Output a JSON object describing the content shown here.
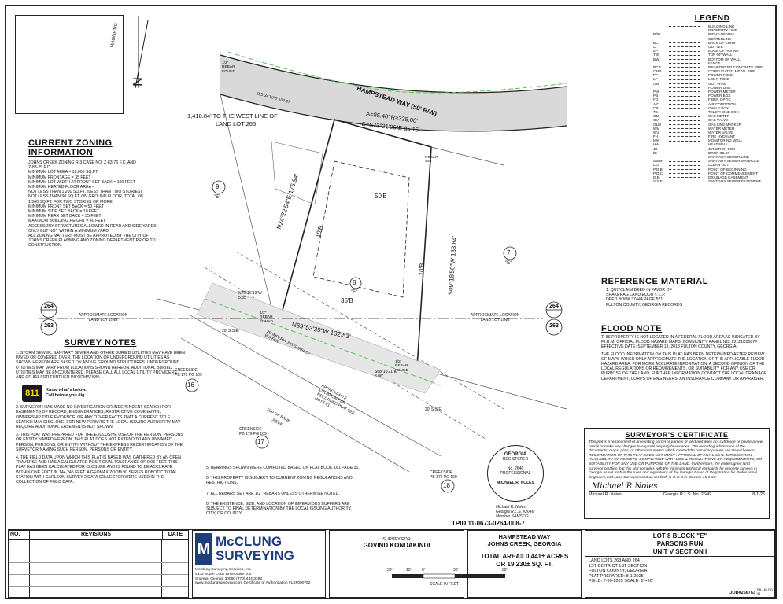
{
  "top_labels": {
    "west_line": "1,418.84' TO THE WEST LINE OF",
    "land_lot": "LAND LOT 265",
    "magnetic": "MAGNETIC",
    "north": "N"
  },
  "zoning": {
    "title": "CURRENT ZONING INFORMATION",
    "lines": [
      "JOHNS CREEK ZONING R-3 CASE NO. Z-83-76 F.C. AND",
      "Z-83-25 F.C.",
      "MINIMUM LOT AREA = 18,000 SQ.FT.",
      "MINIMUM FRONTAGE = 35 FEET",
      "MINIMUM LOT WIDTH AT FRONT SET BACK = 100 FEET",
      "MINIMUM HEATED FLOOR AREA =",
      "NOT LESS THAN 1,200 SQ.FT. (LESS THAN TWO STORIES)",
      "NOT LESS THAN 90 SQ.FT. ON GROUND FLOOR, TOTAL OF",
      "1,500 SQ.FT. FOR TWO STORIES OR MORE.",
      "MINIMUM FRONT SET BACK = 50 FEET",
      "MINIMUM SIDE SET BACK = 10 FEET",
      "MINIMUM REAR SET BACK = 35 FEET",
      "MAXIMUM BUILDING HEIGHT = 40 FEET",
      "ACCESSORY STRUCTURES ALLOWED IN REAR AND SIDE YARDS",
      "ONLY BUT NOT WITHIN A MINIMUM YARD.",
      "ALL ZONING MATTERS MUST BE APPROVED BY THE CITY OF",
      "JOHNS CREEK PLANNING AND ZONING DEPARTMENT PRIOR TO",
      "CONSTRUCTION."
    ]
  },
  "survey_notes": {
    "title": "SURVEY NOTES",
    "note1": "1. STORM SEWER, SANITARY SEWER AND OTHER BURIED UTILITIES MAY HAVE BEEN PAVED OR COVERED OVER. THE LOCATION OF UNDERGROUND UTILITIES AS SHOWN HEREON ARE BASED ON ABOVE GROUND STRUCTURES. UNDERGROUND UTILITIES MAY VARY FROM LOCATIONS SHOWN HEREON. ADDITIONAL BURIED UTILITIES MAY BE ENCOUNTERED. PLEASE CALL ALL LOCAL UTILITY PROVIDERS AND OR 811 FOR FURTHER INFORMATION.",
    "badge": "811",
    "badge_text1": "Know what's below.",
    "badge_text2": "Call before you dig.",
    "note2": "2. SURVEYOR HAS MADE NO INVESTIGATION OR INDEPENDENT SEARCH FOR EASEMENTS OF RECORD, ENCUMBRANCES, RESTRICTIVE COVENANTS, OWNERSHIP TITLE EVIDENCE, OR ANY OTHER FACTS THAT A CURRENT TITLE SEARCH MAY DISCLOSE. FOR NEW PERMITS THE LOCAL ISSUING AUTHORITY MAY REQUIRE ADDITIONAL EASEMENTS NOT SHOWN.",
    "note3": "3. THIS PLAT WAS PREPARED FOR THE EXCLUSIVE USE OF THE PERSON, PERSONS OR ENTITY NAMED HEREON. THIS PLAT DOES NOT EXTEND TO ANY UNNAMED PERSON, PERSONS, OR ENTITY WITHOUT THE EXPRESS RECERTIFICATION OF THE SURVEYOR NAMING SUCH PERSON, PERSONS OR ENTITY.",
    "note4": "4. THE FIELD DATA UPON WHICH THIS PLAT IS BASED WAS GATHERED BY AN OPEN TRAVERSE AND HAS A CALCULATED POSITIONAL TOLERANCE OF 0.03 FEET. THIS PLAT HAS BEEN CALCULATED FOR CLOSURE AND IS FOUND TO BE ACCURATE WITHIN ONE FOOT IN 144,245 FEET. A GEOMAX ZOOM 90 SERIES ROBOTIC TOTAL STATION WITH CARLSON SURVEY 2 DATA COLLECTOR WERE USED IN THE COLLECTION OF FIELD DATA."
  },
  "bottom_notes": [
    "5. BEARINGS SHOWN WERE COMPUTED BASED ON PLAT BOOK 161 PAGE 31.",
    "6. THIS PROPERTY IS SUBJECT TO CURRENT ZONING REGULATIONS AND RESTRICTIONS.",
    "7. ALL REBARS SET ARE 1/2\" REBARS UNLESS OTHERWISE NOTED.",
    "8. THE EXISTENCE, SIZE, AND LOCATION OF IMPERVIOUS BUFFERS ARE SUBJECT TO FINAL DETERMINATION BY THE LOCAL ISSUING AUTHORITY, CITY, OR COUNTY."
  ],
  "legend": {
    "title": "LEGEND",
    "items": [
      [
        "",
        "BUILDING LINE"
      ],
      [
        "",
        "PROPERTY LINE"
      ],
      [
        "R/W",
        "RIGHT-OF-WAY"
      ],
      [
        "",
        "CENTERLINE"
      ],
      [
        "BC",
        "BACK OF CURB"
      ],
      [
        "C",
        "GUTTER"
      ],
      [
        "EP",
        "EDGE OF PAVING"
      ],
      [
        "TW",
        "TOP OF WALL"
      ],
      [
        "BW",
        "BOTTOM OF WALL"
      ],
      [
        "",
        "FENCE"
      ],
      [
        "RCP",
        "REINFORCED CONCRETE PIPE"
      ],
      [
        "CMP",
        "CORRUGATED METAL PIPE"
      ],
      [
        "PP",
        "POWER POLE"
      ],
      [
        "LP",
        "LIGHT POLE"
      ],
      [
        "GW",
        "GUY WIRE"
      ],
      [
        "",
        "POWER LINE"
      ],
      [
        "PM",
        "POWER METER"
      ],
      [
        "PB",
        "POWER BOX"
      ],
      [
        "FO",
        "FIBER OPTIC"
      ],
      [
        "A/C",
        "AIR CONDITION"
      ],
      [
        "CB",
        "CABLE BOX"
      ],
      [
        "TB",
        "TELEPHONE BOX"
      ],
      [
        "GM",
        "GAS METER"
      ],
      [
        "GV",
        "GAS VALVE"
      ],
      [
        "GLM",
        "GAS LINE MARKER"
      ],
      [
        "WM",
        "WATER METER"
      ],
      [
        "WV",
        "WATER VALVE"
      ],
      [
        "FH",
        "FIRE HYDRANT"
      ],
      [
        "MW",
        "MONITORING WELL"
      ],
      [
        "HW",
        "HEADWALL"
      ],
      [
        "JB",
        "JUNCTION BOX"
      ],
      [
        "DI",
        "DROP INLET"
      ],
      [
        "",
        "SANITARY SEWER LINE"
      ],
      [
        "SSMH",
        "SANITARY SEWER MANHOLE"
      ],
      [
        "CO",
        "CLEAN OUT"
      ],
      [
        "P.O.B.",
        "POINT OF BEGINNING"
      ],
      [
        "P.O.C.",
        "POINT OF COMMENCEMENT"
      ],
      [
        "D.E.",
        "DRAINAGE EASEMENT"
      ],
      [
        "S.S.E.",
        "SANITARY SEWER EASEMENT"
      ]
    ]
  },
  "reference": {
    "title": "REFERENCE MATERIAL",
    "lines": [
      "1. QUITCLAIM DEED IN FAVOR OF",
      "SHAKERAG LAND EQUITY, L.P.",
      "DEED BOOK 37444 PAGE 571",
      "FULTON COUNTY, GEORGIA RECORDS"
    ]
  },
  "flood": {
    "title": "FLOOD NOTE",
    "p1": "THIS PROPERTY IS NOT LOCATED IN A FEDERAL FLOOD AREA AS INDICATED BY F.I.R.M. OFFICIAL FLOOD HAZARD MAPS. COMMUNITY PANEL No. 13121C0087F EFFECTIVE DATE: SEPTEMBER 18, 2013 FULTON COUNTY, GEORGIA.",
    "p2": "THE FLOOD INFORMATION ON THIS PLAT HAS BEEN DETERMINED AFTER REVIEW OF MAPS WHICH ONLY APPROXIMATE THE LOCATION OF THE APPLICABLE FLOOD HAZARD AREA. FOR MORE ACCURATE INFORMATION, A SECOND OPINION OF THE LOCAL REGULATIONS OR REQUIREMENTS, OR SUITABILITY FOR ANY USE OR PURPOSE OF THE LAND. FURTHER INFORMATION CONTACT THE LOCAL DRAINAGE DEPARTMENT, CORPS OF ENGINEERS, AN INSURANCE COMPANY OR APPRAISER."
  },
  "certificate": {
    "title": "SURVEYOR'S CERTIFICATE",
    "text": "This plat is a retracement of an existing parcel or parcels of land and does not subdivide or create a new parcel or make any changes to any real property boundaries. The recording information of the documents, maps, plats, or other instruments which created the parcel or parcels are stated hereon. RECORDATION OF THIS PLAT DOES NOT IMPLY APPROVAL OF ANY LOCAL JURISDICTION, AVAILABILITY OF PERMITS, COMPLIANCE WITH LOCAL REGULATIONS OR REQUIREMENTS, OR SUITABILITY FOR ANY USE OR PURPOSE OF THE LAND. Furthermore, the undersigned land surveyor certifies that this plat complies with the minimum technical standards for property surveys in Georgia as set forth in the rules and regulations of the Georgia Board of Registration for Professional Engineers and Land Surveyors and as set forth in O.C.G.A. Section 15-6-67.",
    "signature": "Michael R Noles",
    "name": "Michael R. Noles",
    "rls": "Georgia R.L.S. No. 2646",
    "date": "8-1-25"
  },
  "seal": {
    "top": "GEORGIA",
    "sub": "REGISTERED",
    "num": "No. 2646",
    "mid": "PROFESSIONAL",
    "bottom": "MICHAEL R. NOLES",
    "under1": "Michael R. Noles",
    "under2": "Georgia R.L.S. #2646",
    "under3": "Member SAMSOG"
  },
  "tpid": "TPID 11-0673-0264-008-7",
  "plat": {
    "road": "HAMPSTEAD WAY (50' R/W)",
    "arc1": "A=85.40'  R=325.00'",
    "arc2": "C=S73°21'06\"E  85.15'",
    "b_west": "N24°22'54\"E  175.94'",
    "b_east": "S09°18'56\"W  183.84'",
    "b_south": "N69°53'39\"W  132.53'",
    "b_nw": "S85°34'10\"E  104.97'",
    "b_small1": "N70°16'13\"W",
    "b_small1d": "5.35'",
    "b_small2": "S68°10'21\"E",
    "b_small2d": "3.06'",
    "set50": "50'B",
    "set10a": "10'B",
    "set10b": "10'B",
    "set35": "35'B",
    "lot8": "8",
    "lot8e": "\"E\"",
    "lot9": "9",
    "lot9e": "\"E\"",
    "lot7": "7",
    "lot7e": "\"E\"",
    "lot16": "16",
    "lot17": "17",
    "lot18": "18",
    "ll264": "264",
    "ll263": "263",
    "approx_ll": "APPROXIMATE LOCATION",
    "land_lot_line": "LAND LOT LINE",
    "creekside1": "CREEKSIDE",
    "creekside_pb": "PB 179 PG 109",
    "approx_loc": "APPROXIMATE LOCATION PER RECORDED PLAT SEE NOTE #1",
    "buffer": "25' IMPERVIOUS SURFACE BUFFER",
    "top_bank": "TOP OF BANK",
    "creek": "CREEK",
    "sse20": "20' S.S.E.",
    "rebar": "1/2\" REBAR FOUND",
    "rebar_set": "REBAR SET"
  },
  "titleblock": {
    "rev_no": "NO.",
    "rev_label": "REVISIONS",
    "rev_date": "DATE",
    "company1": "McCLUNG",
    "company2": "SURVEYING",
    "company_addr": [
      "McClung Surveying Services, Inc.",
      "4833 South Cobb Drive Suite 200",
      "Smyrna, Georgia 30080 (770) 434-3383",
      "www.mcclungsurveying.com Certificate of Authorization #LSF000752"
    ],
    "survey_for": "SURVEY FOR",
    "client": "GOVIND KONDAKINDI",
    "loc1": "HAMPSTEAD WAY",
    "loc2": "JOHNS CREEK, GEORGIA",
    "area1": "TOTAL AREA= 0.441± ACRES",
    "area2": "OR 19,230± SQ. FT.",
    "scale_ticks": [
      "30'",
      "15'",
      "0'",
      "30'",
      "60'"
    ],
    "scale_unit": "SCALE IN FEET",
    "lot1": "LOT 8 BLOCK \"E\"",
    "lot2": "PARSONS RUN",
    "lot3": "UNIT V SECTION I",
    "info": [
      "LAND LOTS 263 AND 264",
      "1ST DISTRICT 1ST SECTION",
      "FULTON COUNTY, GEORGIA",
      "PLAT PREPARED: 8-1-2025",
      "FIELD: 7-30-2025  SCALE: 1\"=30'"
    ],
    "job": "JOB#266763",
    "sheet": "PB 161 PG 31"
  }
}
